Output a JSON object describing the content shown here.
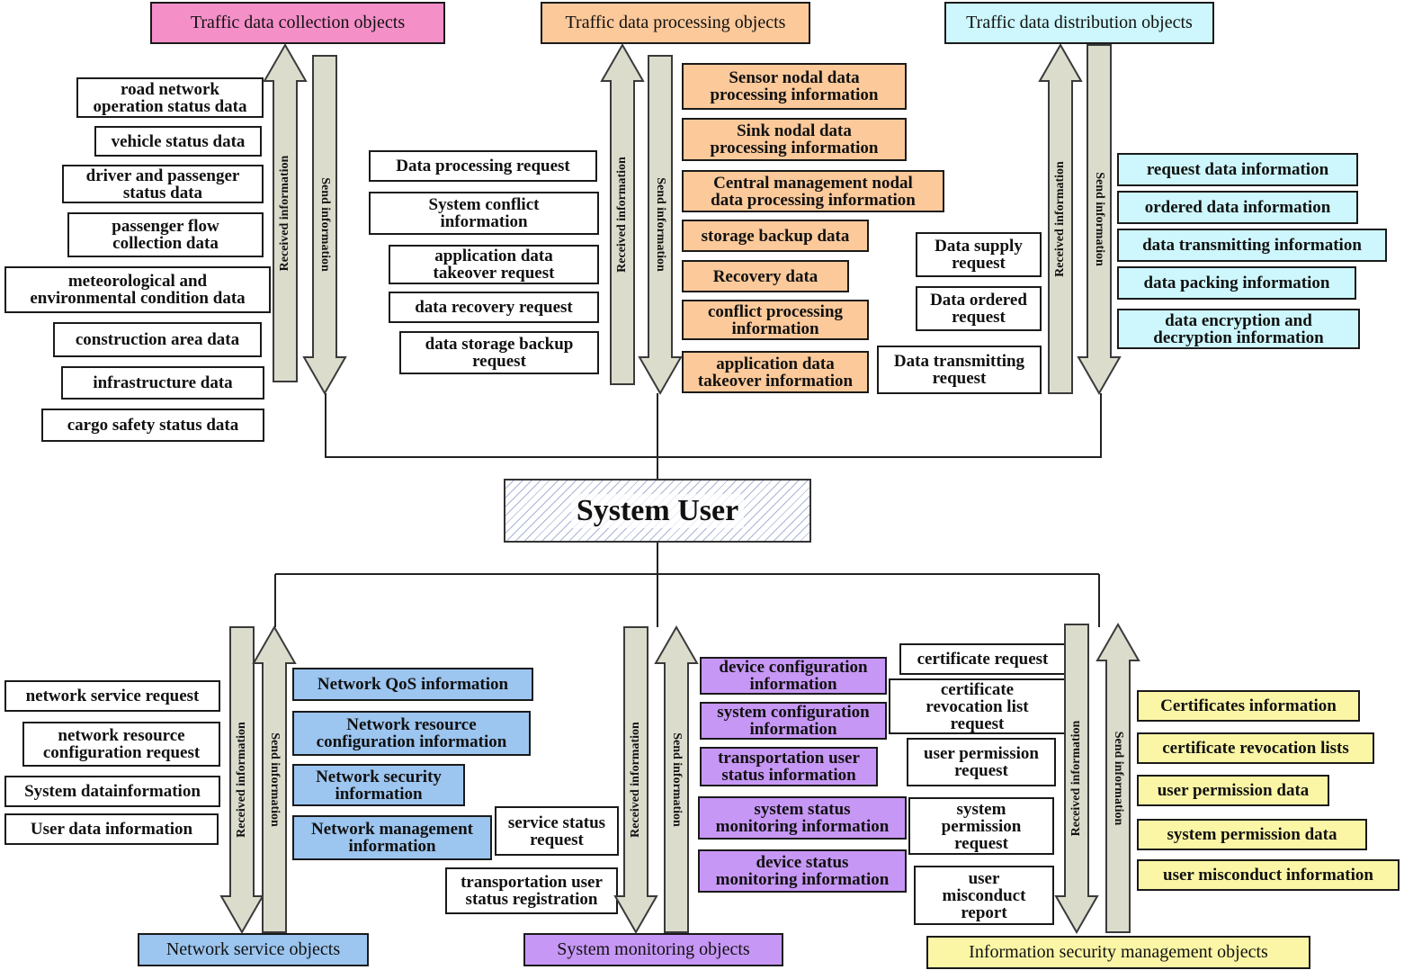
{
  "center": {
    "label": "System User"
  },
  "arrow_labels": {
    "received": "Received information",
    "send": "Send information"
  },
  "colors": {
    "collection": "#f58fc8",
    "processing": "#fcc99a",
    "distribution": "#cdf7fc",
    "network": "#9cc5ef",
    "monitoring": "#c797f5",
    "security": "#fbf6a6",
    "arrow_fill": "#dcdccd",
    "hatch": "#a8b4d6"
  },
  "headers": {
    "collection": "Traffic data collection objects",
    "processing": "Traffic data processing objects",
    "distribution": "Traffic data distribution objects",
    "network": "Network service objects",
    "monitoring": "System monitoring objects",
    "security": "Information security management objects"
  },
  "collection": {
    "received": [
      "road network\noperation status data",
      "vehicle status data",
      "driver and passenger\nstatus data",
      "passenger flow\ncollection data",
      "meteorological and\nenvironmental condition data",
      "construction area data",
      "infrastructure data",
      "cargo safety status data"
    ]
  },
  "processing": {
    "received": [
      "Data processing request",
      "System conflict\ninformation",
      "application data\ntakeover request",
      "data recovery request",
      "data storage backup\nrequest"
    ],
    "send": [
      "Sensor nodal data\nprocessing information",
      "Sink nodal data\nprocessing information",
      "Central management nodal\ndata processing information",
      "storage backup data",
      "Recovery data",
      "conflict processing\ninformation",
      "application data\ntakeover information"
    ]
  },
  "distribution": {
    "received": [
      "Data supply\nrequest",
      "Data ordered\nrequest",
      "Data transmitting\nrequest"
    ],
    "send": [
      "request data information",
      "ordered data information",
      "data transmitting information",
      "data packing information",
      "data encryption and\ndecryption information"
    ]
  },
  "network": {
    "received": [
      "network service request",
      "network resource\nconfiguration request",
      "System datainformation",
      "User data information"
    ],
    "send": [
      "Network QoS information",
      "Network resource\nconfiguration information",
      "Network security\ninformation",
      "Network management\ninformation"
    ]
  },
  "monitoring": {
    "received": [
      "service status\nrequest",
      "transportation user\nstatus registration"
    ],
    "send": [
      "device configuration\ninformation",
      "system configuration\ninformation",
      "transportation user\nstatus information",
      "system status\nmonitoring information",
      "device status\nmonitoring information"
    ]
  },
  "security": {
    "received": [
      "certificate request",
      "certificate\nrevocation list\nrequest",
      "user permission\nrequest",
      "system\npermission\nrequest",
      "user\nmisconduct\nreport"
    ],
    "send": [
      "Certificates information",
      "certificate revocation lists",
      "user permission data",
      "system permission data",
      "user misconduct information"
    ]
  }
}
